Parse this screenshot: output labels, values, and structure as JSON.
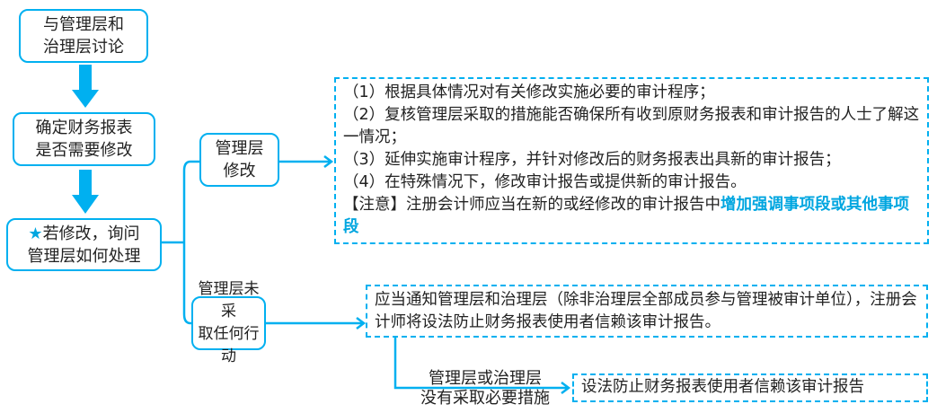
{
  "nodes": {
    "discuss": {
      "line1": "与管理层和",
      "line2": "治理层讨论"
    },
    "determine": {
      "line1": "确定财务报表",
      "line2": "是否需要修改"
    },
    "ask": {
      "star": "★",
      "line1": "若修改，询问",
      "line2": "管理层如何处理"
    },
    "modify": {
      "line1": "管理层",
      "line2": "修改"
    },
    "no_action": {
      "line1": "管理层未采",
      "line2": "取任何行动"
    }
  },
  "modify_detail": {
    "items": [
      "（1）根据具体情况对有关修改实施必要的审计程序；",
      "（2）复核管理层采取的措施能否确保所有收到原财务报表和审计报告的人士了解这一情况；",
      "（3）延伸实施审计程序，并针对修改后的财务报表出具新的审计报告；",
      "（4）在特殊情况下，修改审计报告或提供新的审计报告。"
    ],
    "note_prefix": "【注意】注册会计师应当在新的或经修改的审计报告中",
    "note_highlight": "增加强调事项段或其他事项段"
  },
  "no_action_detail": "应当通知管理层和治理层（除非治理层全部成员参与管理被审计单位），注册会计师将设法防止财务报表使用者信赖该审计报告。",
  "edge_label": {
    "line1": "管理层或治理层",
    "line2": "没有采取必要措施"
  },
  "final": "设法防止财务报表使用者信赖该审计报告"
}
